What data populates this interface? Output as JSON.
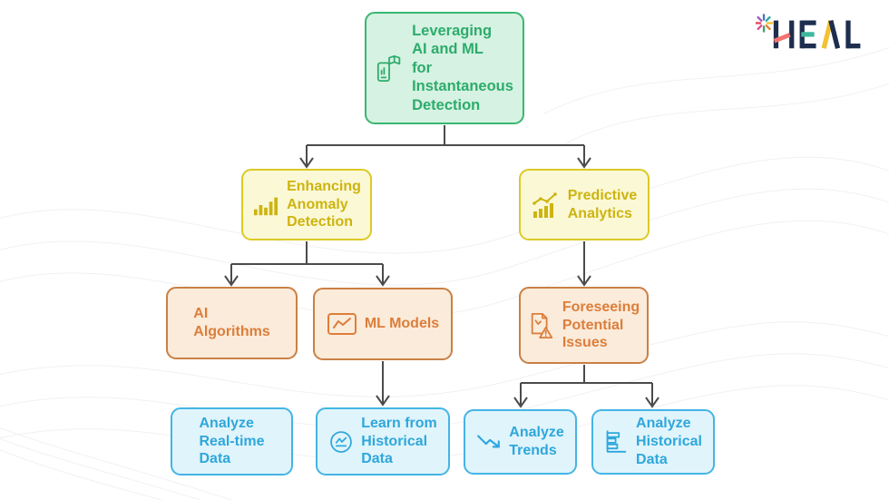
{
  "logo": {
    "text": "HEAL",
    "asterisk_icon": "multicolor-asterisk-icon",
    "navy": "#1d2e4e",
    "accent_pink": "#f2736f",
    "accent_teal": "#3db89c",
    "accent_yellow": "#f2c232",
    "asterisk_colors": [
      "#e0495a",
      "#3ba272",
      "#4472c4",
      "#f2c232",
      "#9b59b6",
      "#e67e22",
      "#2aa8a0",
      "#d84f8b"
    ]
  },
  "palette": {
    "green": {
      "border": "#39b772",
      "fill": "#d6f2e2",
      "text": "#2dac6c"
    },
    "yellow": {
      "border": "#dcca25",
      "fill": "#fbf8d6",
      "text": "#cdb40f"
    },
    "orange": {
      "border": "#c98045",
      "fill": "#fbebda",
      "text": "#dc7e3b"
    },
    "blue": {
      "border": "#44b5e5",
      "fill": "#e0f4fb",
      "text": "#2ea7dc"
    },
    "connector": "#4b4b4b"
  },
  "nodes": {
    "root": {
      "label": "Leveraging\nAI and ML\nfor\nInstantaneous\nDetection",
      "icon": "device-book-icon",
      "color": "green"
    },
    "anomaly": {
      "label": "Enhancing\nAnomaly\nDetection",
      "icon": "bar-chart-icon",
      "color": "yellow"
    },
    "predictive": {
      "label": "Predictive\nAnalytics",
      "icon": "trend-chart-icon",
      "color": "yellow"
    },
    "ai_algorithms": {
      "label": "AI\nAlgorithms",
      "icon": null,
      "color": "orange"
    },
    "ml_models": {
      "label": "ML Models",
      "icon": "line-chart-icon",
      "color": "orange"
    },
    "foreseeing": {
      "label": "Foreseeing\nPotential\nIssues",
      "icon": "report-warning-icon",
      "color": "orange"
    },
    "realtime": {
      "label": "Analyze\nReal-time\nData",
      "icon": null,
      "color": "blue"
    },
    "learn_historical": {
      "label": "Learn from\nHistorical\nData",
      "icon": "circle-chart-icon",
      "color": "blue"
    },
    "trends": {
      "label": "Analyze\nTrends",
      "icon": "trending-down-icon",
      "color": "blue"
    },
    "historical": {
      "label": "Analyze\nHistorical\nData",
      "icon": "horizontal-bars-icon",
      "color": "blue"
    }
  },
  "edges": [
    {
      "from": "root",
      "to": "anomaly"
    },
    {
      "from": "root",
      "to": "predictive"
    },
    {
      "from": "anomaly",
      "to": "ai_algorithms"
    },
    {
      "from": "anomaly",
      "to": "ml_models"
    },
    {
      "from": "predictive",
      "to": "foreseeing"
    },
    {
      "from": "ml_models",
      "to": "learn_historical"
    },
    {
      "from": "foreseeing",
      "to": "trends"
    },
    {
      "from": "foreseeing",
      "to": "historical"
    }
  ]
}
